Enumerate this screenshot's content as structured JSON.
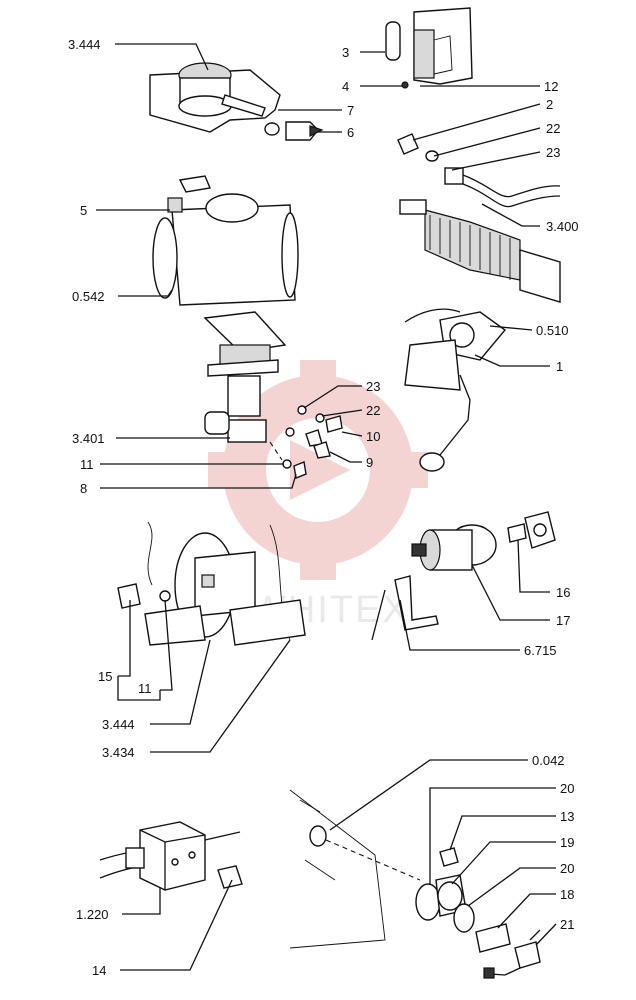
{
  "watermark": {
    "text": "WHITEX",
    "color": "#e8a0a0"
  },
  "callouts": [
    {
      "id": "c1",
      "text": "3.444"
    },
    {
      "id": "c2",
      "text": "3"
    },
    {
      "id": "c3",
      "text": "4"
    },
    {
      "id": "c4",
      "text": "12"
    },
    {
      "id": "c5",
      "text": "7"
    },
    {
      "id": "c6",
      "text": "6"
    },
    {
      "id": "c7",
      "text": "2"
    },
    {
      "id": "c8",
      "text": "22"
    },
    {
      "id": "c9",
      "text": "23"
    },
    {
      "id": "c10",
      "text": "5"
    },
    {
      "id": "c11",
      "text": "3.400"
    },
    {
      "id": "c12",
      "text": "0.542"
    },
    {
      "id": "c13",
      "text": "0.510"
    },
    {
      "id": "c14",
      "text": "1"
    },
    {
      "id": "c15",
      "text": "23"
    },
    {
      "id": "c16",
      "text": "22"
    },
    {
      "id": "c17",
      "text": "3.401"
    },
    {
      "id": "c18",
      "text": "10"
    },
    {
      "id": "c19",
      "text": "11"
    },
    {
      "id": "c20",
      "text": "9"
    },
    {
      "id": "c21",
      "text": "8"
    },
    {
      "id": "c22",
      "text": "16"
    },
    {
      "id": "c23",
      "text": "17"
    },
    {
      "id": "c24",
      "text": "6.715"
    },
    {
      "id": "c25",
      "text": "15"
    },
    {
      "id": "c26",
      "text": "11"
    },
    {
      "id": "c27",
      "text": "3.444"
    },
    {
      "id": "c28",
      "text": "3.434"
    },
    {
      "id": "c29",
      "text": "0.042"
    },
    {
      "id": "c30",
      "text": "20"
    },
    {
      "id": "c31",
      "text": "13"
    },
    {
      "id": "c32",
      "text": "19"
    },
    {
      "id": "c33",
      "text": "20"
    },
    {
      "id": "c34",
      "text": "18"
    },
    {
      "id": "c35",
      "text": "21"
    },
    {
      "id": "c36",
      "text": "1.220"
    },
    {
      "id": "c37",
      "text": "14"
    }
  ]
}
